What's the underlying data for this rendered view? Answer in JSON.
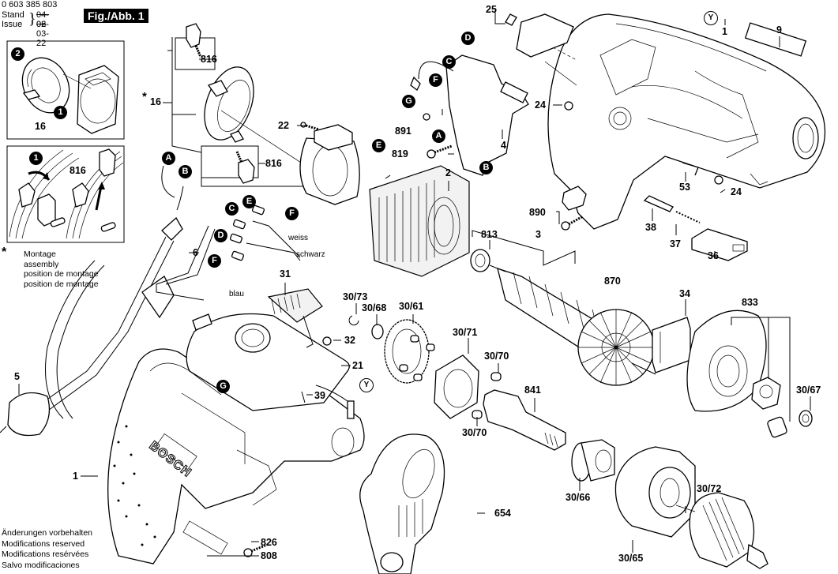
{
  "header": {
    "part_number": "0 603 385 803",
    "stand_label": "Stand",
    "issue_label": "Issue",
    "old_date": "04-02",
    "issue_date": "06-03-22",
    "figure_title": "Fig./Abb. 1"
  },
  "note": {
    "symbol": "*",
    "lines": [
      "Montage",
      "assembly",
      "position de montage",
      "position de montage"
    ]
  },
  "footer": {
    "lines": [
      "Änderungen vorbehalten",
      "Modifications reserved",
      "Modifications resérvées",
      "Salvo modificaciones"
    ]
  },
  "insets": {
    "top": {
      "step_badges": [
        "2",
        "1"
      ],
      "part_label": "16"
    },
    "bottom": {
      "step_badge": "1",
      "part_label": "816"
    }
  },
  "wire_colors": {
    "white": "weiss",
    "black": "schwarz",
    "blue": "blau"
  },
  "connection_badges": [
    "A",
    "B",
    "C",
    "D",
    "E",
    "F",
    "G"
  ],
  "reference_badge": "Y",
  "brand_text": "BOSCH",
  "part_labels": {
    "p816a": "816",
    "p816b": "816",
    "p16": "16",
    "p16_star": "*",
    "p22": "22",
    "p25": "25",
    "p1_top": "1",
    "p9": "9",
    "p24a": "24",
    "p24b": "24",
    "p891": "891",
    "p819": "819",
    "p4": "4",
    "p2": "2",
    "p53": "53",
    "p890": "890",
    "p38": "38",
    "p37": "37",
    "p36": "36",
    "p813": "813",
    "p3": "3",
    "p870": "870",
    "p6": "6",
    "p31": "31",
    "p30_73": "30/73",
    "p30_68": "30/68",
    "p30_61": "30/61",
    "p32": "32",
    "p34": "34",
    "p833": "833",
    "p30_71": "30/71",
    "p30_70a": "30/70",
    "p30_70b": "30/70",
    "p841": "841",
    "p30_67": "30/67",
    "p21": "21",
    "p39": "39",
    "p5": "5",
    "p1_left": "1",
    "p30_66": "30/66",
    "p30_72": "30/72",
    "p654": "654",
    "p30_65": "30/65",
    "p826": "826",
    "p808": "808"
  }
}
